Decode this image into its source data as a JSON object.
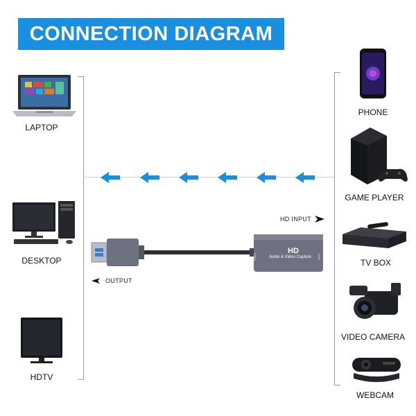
{
  "title": "CONNECTION DIAGRAM",
  "left_devices": [
    {
      "id": "laptop",
      "label": "LAPTOP"
    },
    {
      "id": "desktop",
      "label": "DESKTOP"
    },
    {
      "id": "hdtv",
      "label": "HDTV"
    }
  ],
  "right_devices": [
    {
      "id": "phone",
      "label": "PHONE"
    },
    {
      "id": "game-player",
      "label": "GAME PLAYER"
    },
    {
      "id": "tv-box",
      "label": "TV BOX"
    },
    {
      "id": "video-camera",
      "label": "VIDEO CAMERA"
    },
    {
      "id": "webcam",
      "label": "WEBCAM"
    }
  ],
  "capture_device": {
    "brand_text": "HD",
    "product_text": "Audio & Video Capture",
    "port_out_text": "Output",
    "port_in_text": "Input"
  },
  "hd_input_label": "HD INPUT",
  "output_label": "OUTPUT",
  "colors": {
    "banner": "#1a8fe0",
    "arrow": "#1a8fe0",
    "device_body": "#6e7280"
  },
  "icons": [
    "laptop-icon",
    "desktop-icon",
    "hdtv-icon",
    "phone-icon",
    "game-console-icon",
    "tv-box-icon",
    "video-camera-icon",
    "webcam-icon",
    "arrow-left-icon",
    "arrow-right-icon"
  ]
}
